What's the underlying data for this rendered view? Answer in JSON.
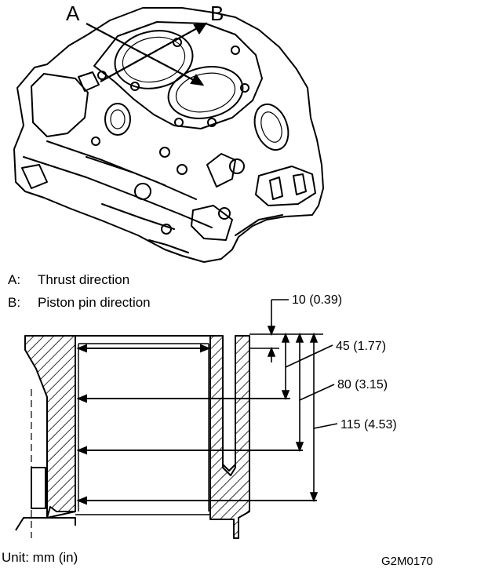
{
  "markers": {
    "a": "A",
    "b": "B"
  },
  "legend": [
    {
      "key": "A:",
      "text": "Thrust direction"
    },
    {
      "key": "B:",
      "text": "Piston pin direction"
    }
  ],
  "dimensions": [
    {
      "value": "10 (0.39)"
    },
    {
      "value": "45 (1.77)"
    },
    {
      "value": "80 (3.15)"
    },
    {
      "value": "115 (4.53)"
    }
  ],
  "unit_note": "Unit: mm (in)",
  "figure_code": "G2M0170"
}
